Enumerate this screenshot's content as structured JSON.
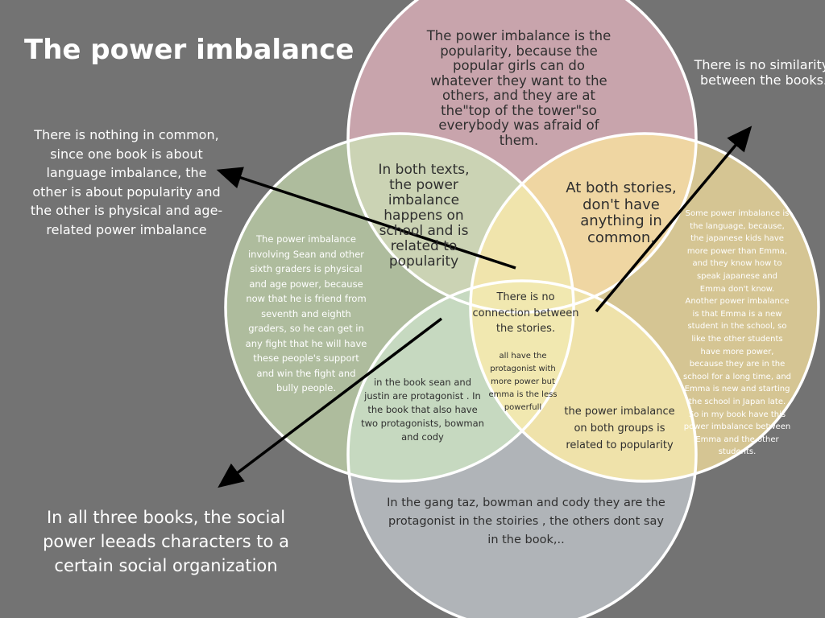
{
  "title": "The power imbalance",
  "regions": {
    "top": "The power imbalance is the popularity, because the popular girls can do whatever they want to the others, and they are at the\"top of the tower\"so everybody was afraid of them.",
    "bottom_left": "The power imbalance involving Sean and other sixth graders is physical and age power, because now that he is friend from seventh and eighth graders, so he can get in any fight that he will have these people's support and win the fight and bully people.",
    "bottom_right": "Some power imbalance is the language, because, the japanese kids have more power than Emma, and they know how to speak japanese and Emma don't know. Another power imbalance is that Emma is a new student in the school, so like the other students have more power, because they are in the school for a long time, and Emma is new and starting the school in Japan late. So in my book have this power imbalance between Emma and the other students.",
    "top_left": "In both texts, the power imbalance happens on school and is related to popularity",
    "top_right": "At both stories, don't  have anything in common.",
    "center": "There is no connection between the stories.",
    "left_bottom": "in the book sean and justin are protagonist . In the book that also have two protagonists, bowman and cody",
    "right_bottom": "the power imbalance on both groups is related to popularity",
    "center_bottom": "all have the protagonist with more power but emma is the less powerfull",
    "bottom": "In the gang taz, bowman and cody they are the protagonist in the stoiries , the others dont say in the book,.."
  },
  "callouts": {
    "right": "There is no similarity, between the books.",
    "left": "There is nothing in common, since one book is about language imbalance, the other is about popularity and the other is physical and age-related power imbalance",
    "bottom": "In all three books, the social power leeads characters to a certain social organization"
  },
  "colors": {
    "background": "#737373",
    "circle_top": "#c8a4ac",
    "circle_left": "#aebc9d",
    "circle_right": "#d5c593",
    "circle_bottom": "#b0b4b8",
    "outline": "#ffffff",
    "arrow": "#000000"
  }
}
